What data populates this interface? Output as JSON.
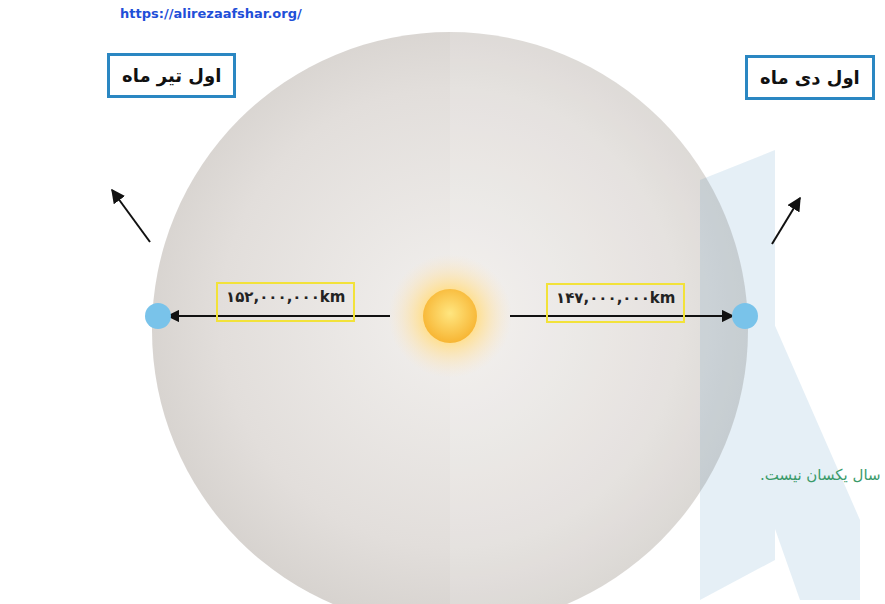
{
  "diagram": {
    "nodes": [
      {
        "text": [
          "اول تیر ماه"
        ]
      },
      {
        "text": [
          "اول دی ماه"
        ]
      },
      {
        "text": [
          "۱۵۲,۰۰۰,۰۰۰km"
        ]
      },
      {
        "text": [
          "۱۴۷,۰۰۰,۰۰۰km"
        ]
      }
    ],
    "labels": [
      "https://alirezaafshar.org/",
      "سال یکسان نیست."
    ]
  }
}
